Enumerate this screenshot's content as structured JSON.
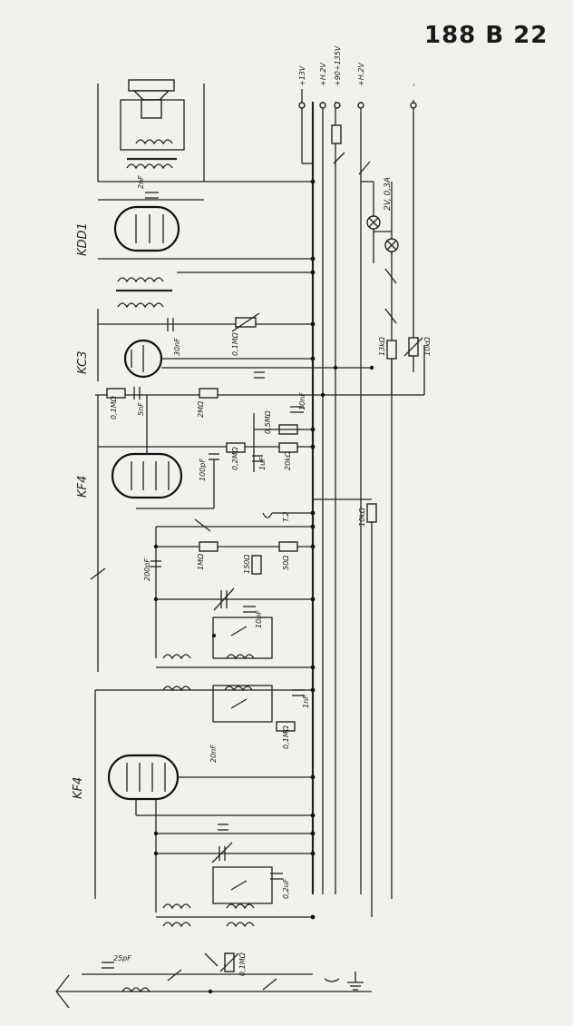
{
  "header": {
    "model_number": "188 B 22"
  },
  "tubes": [
    {
      "id": "kdd1",
      "label": "KDD1"
    },
    {
      "id": "kc3",
      "label": "KC3"
    },
    {
      "id": "kf4-af",
      "label": "KF4"
    },
    {
      "id": "kf4-rf",
      "label": "KF4"
    }
  ],
  "supply_terminals": [
    "+13V",
    "+H.2V",
    "+90÷135V",
    "+H.2V",
    "-"
  ],
  "component_labels": {
    "c_2nf": "2nF",
    "c_30nf": "30nF",
    "r_01mohm_kc3": "0,1MΩ",
    "c_5nf": "5nF",
    "r_01mohm_grid": "0,1MΩ",
    "r_2mohm": "2MΩ",
    "r_05mohm": "0,5MΩ",
    "c_10nf": "10nF",
    "c_100pf": "100pF",
    "r_02mohm": "0,2MΩ",
    "c_1uf": "1uF",
    "r_20kohm": "20kΩ",
    "c_200pf": "200pF",
    "r_1mohm": "1MΩ",
    "r_150ohm": "150Ω",
    "r_50ohm": "50Ω",
    "c_10nf_b": "10nF",
    "c_1nf": "1nF",
    "r_01mohm_rf": "0,1MΩ",
    "c_20nf": "20nF",
    "c_02uf": "0,2uF",
    "r_01mohm_vol": "0,1MΩ",
    "c_25pf": "25pF",
    "r_10kohm": "10kΩ",
    "r_13kohm": "13kΩ",
    "r_10kohm_b": "10kΩ",
    "lamp_rating": "2V, 0,3A",
    "t_label": "T.2"
  }
}
